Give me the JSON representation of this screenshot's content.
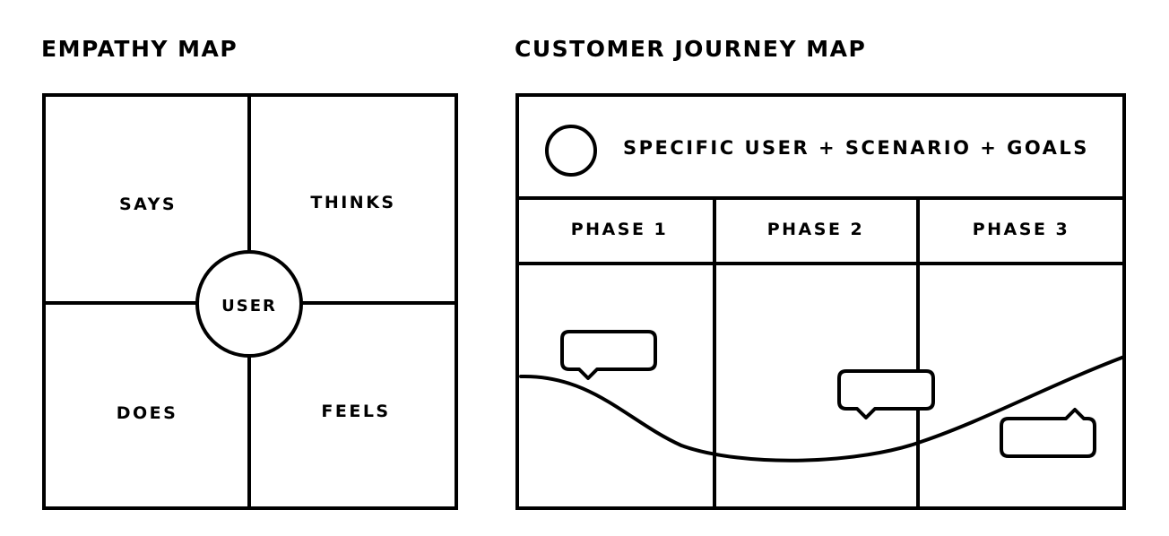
{
  "empathy_map": {
    "title": "EMPATHY MAP",
    "center": "USER",
    "quadrants": {
      "top_left": "SAYS",
      "top_right": "THINKS",
      "bottom_left": "DOES",
      "bottom_right": "FEELS"
    }
  },
  "journey_map": {
    "title": "CUSTOMER JOURNEY MAP",
    "persona": "SPECIFIC USER + SCENARIO + GOALS",
    "phases": [
      "PHASE 1",
      "PHASE 2",
      "PHASE 3"
    ]
  }
}
